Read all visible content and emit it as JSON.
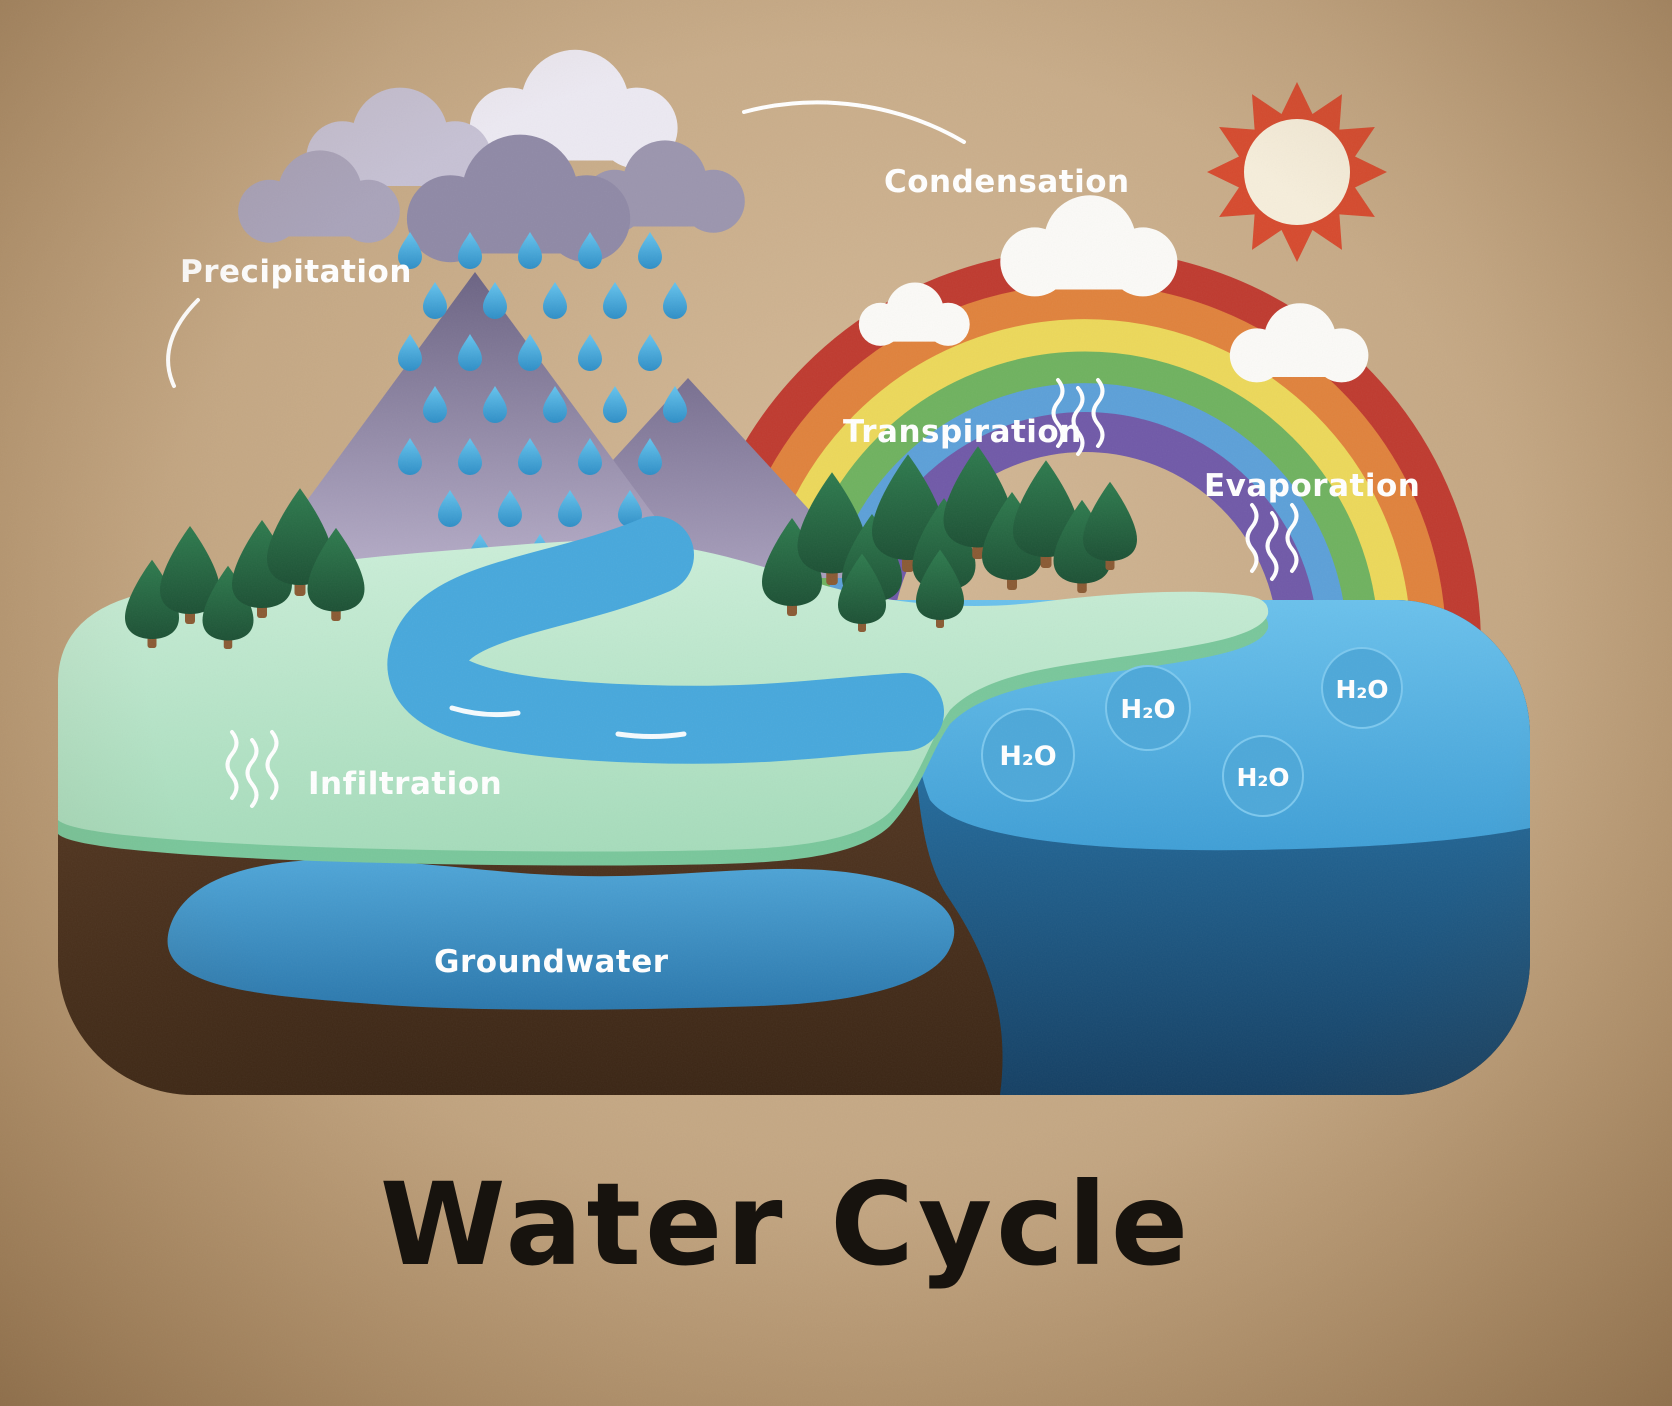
{
  "title": "Water Cycle",
  "labels": {
    "precipitation": "Precipitation",
    "condensation": "Condensation",
    "transpiration": "Transpiration",
    "evaporation": "Evaporation",
    "infiltration": "Infiltration",
    "groundwater": "Groundwater"
  },
  "molecules": [
    {
      "label": "H₂O"
    },
    {
      "label": "H₂O"
    },
    {
      "label": "H₂O"
    },
    {
      "label": "H₂O"
    }
  ],
  "colors": {
    "background": "#c4a783",
    "title_text": "#17130e",
    "label_text": "#ffffff",
    "sun_red": "#d64a2e",
    "sun_center": "#f6eedb",
    "grass_green": "#b9e4c9",
    "grass_edge": "#79c79b",
    "soil_brown": "#54371f",
    "river_blue": "#47a8dc",
    "surface_water": "#58b7e6",
    "deep_water": "#1f6ea6",
    "groundwater_blue": "#3f97cc",
    "mountain_purple": "#8d84a3",
    "rain_cloud_gray": "#8f89a6",
    "cloud_white": "#fbfaf7",
    "raindrop_blue": "#3fa0d8",
    "tree_green": "#23603d",
    "h2o_circle": "#4da8d9",
    "rainbow": [
      "#bf3a2f",
      "#e0823c",
      "#ecd85a",
      "#6fb25f",
      "#5ca0d8",
      "#7059a8"
    ]
  }
}
